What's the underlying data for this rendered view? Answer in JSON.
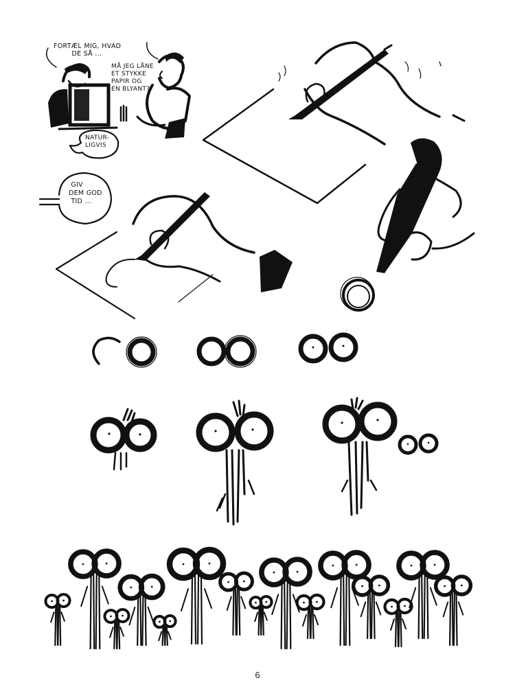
{
  "page": {
    "number": "6",
    "background": "#ffffff",
    "ink_color": "#111111"
  },
  "panels": {
    "office_scene": {
      "bubbles": [
        {
          "speaker": "interviewer",
          "text": "FORTÆL MIG, HVAD\n        DE SÅ ..."
        },
        {
          "speaker": "visitor",
          "text": "MÅ JEG LÅNE\nET STYKKE\nPAPIR OG\nEN BLYANT?"
        },
        {
          "speaker": "interviewer",
          "text": "NATUR-\nLIGVIS"
        }
      ]
    },
    "drawing_scene": {
      "bubbles": [
        {
          "speaker": "offscreen",
          "text": " GIV\nDEM GOD\n TID ..."
        }
      ]
    }
  }
}
